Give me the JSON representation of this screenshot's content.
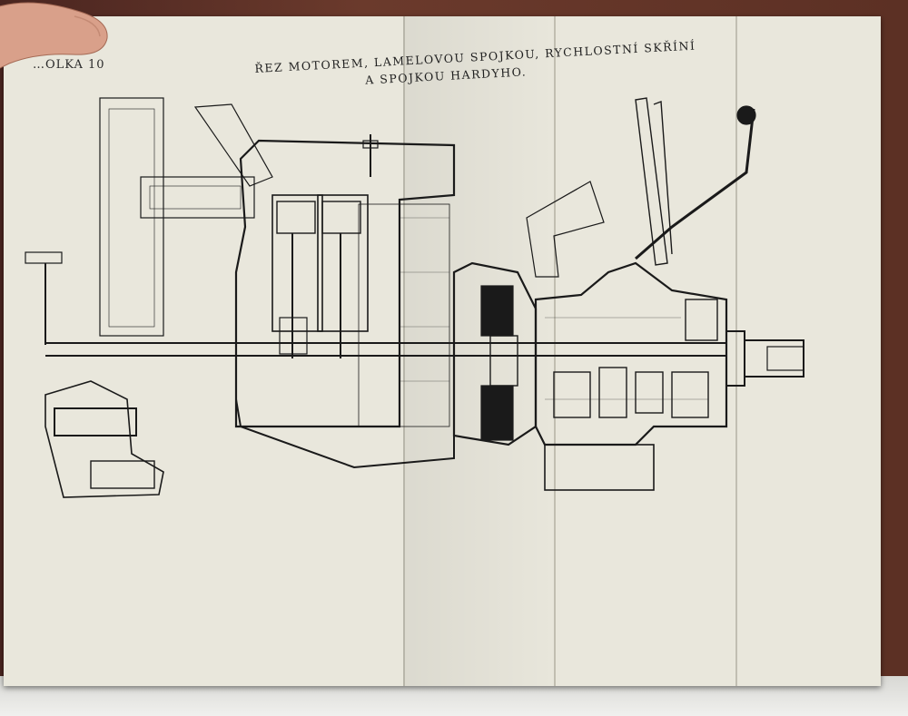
{
  "plate": {
    "label": "…OLKA 10"
  },
  "title": {
    "line1": "ŘEZ MOTOREM, LAMELOVOU SPOJKOU, RYCHLOSTNÍ SKŘÍNÍ",
    "line2": "A SPOJKOU HARDYHO."
  },
  "colors": {
    "paper": "#e9e7dc",
    "ink": "#1a1a1a",
    "table": "#5a2e24"
  }
}
